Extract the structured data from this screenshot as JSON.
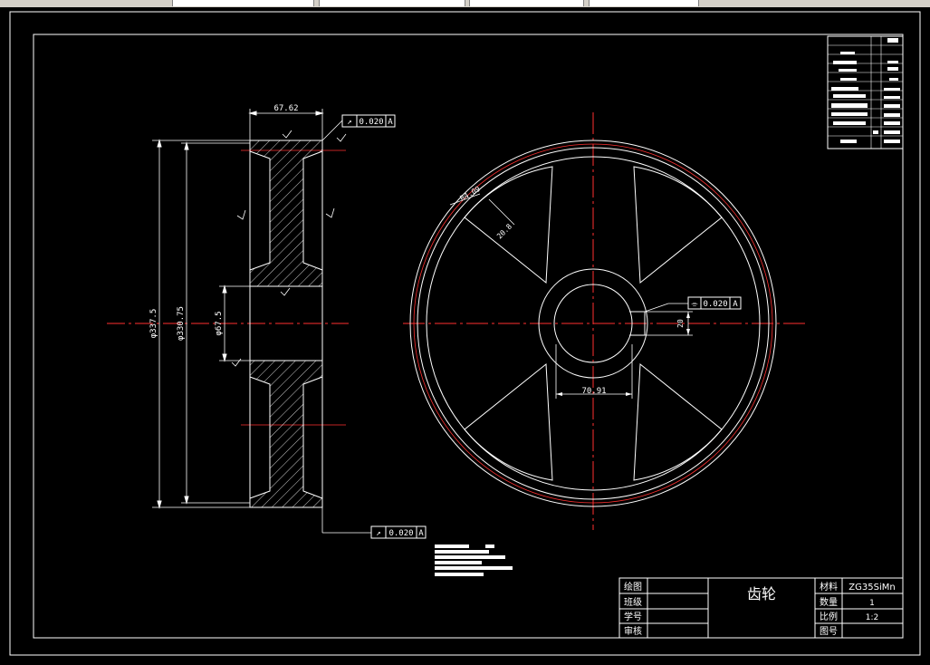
{
  "drawing": {
    "title": "齿轮",
    "dims": {
      "width": "67.62",
      "outer_dia": "φ337.5",
      "inner_dia": "φ330.75",
      "bore_dia": "φ67.5",
      "keyway_width": "70.91",
      "keyway_depth": "20",
      "rim_radius": "R4.09",
      "spoke_label": "20.8"
    },
    "tolerances": {
      "top": {
        "symbol": "↗",
        "value": "0.020",
        "datum": "A"
      },
      "keyway": {
        "symbol": "⌯",
        "value": "0.020",
        "datum": "A"
      },
      "bottom": {
        "symbol": "↗",
        "value": "0.020",
        "datum": "A"
      }
    },
    "datum_label": "A",
    "title_block": {
      "rows": [
        "绘图",
        "班级",
        "学号",
        "审核"
      ],
      "material_label": "材料",
      "material": "ZG35SiMn",
      "quantity_label": "数量",
      "quantity": "1",
      "scale_label": "比例",
      "scale": "1:2",
      "drawing_no_label": "图号"
    },
    "colors": {
      "background": "#000000",
      "line": "#ffffff",
      "center": "#ff3030"
    }
  }
}
